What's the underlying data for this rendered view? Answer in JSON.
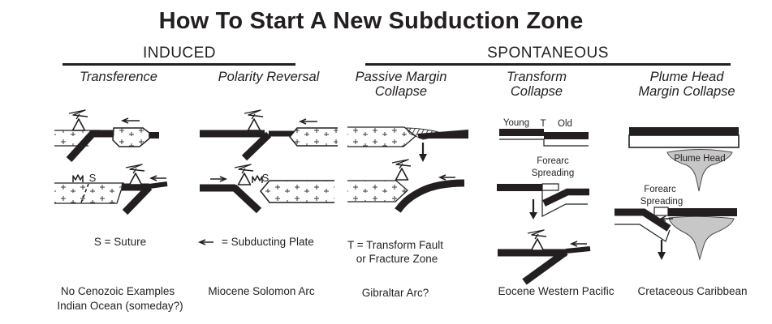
{
  "title": "How To Start A New Subduction Zone",
  "groups": {
    "induced": "INDUCED",
    "spontaneous": "SPONTANEOUS"
  },
  "columns": [
    {
      "title1": "Transference",
      "example1": "No Cenozoic Examples",
      "example2": "Indian Ocean (someday?)"
    },
    {
      "title1": "Polarity Reversal",
      "example1": "Miocene Solomon Arc"
    },
    {
      "title1": "Passive Margin",
      "title2": "Collapse",
      "example1": "Gibraltar Arc?"
    },
    {
      "title1": "Transform",
      "title2": "Collapse",
      "example1": "Eocene Western Pacific"
    },
    {
      "title1": "Plume Head",
      "title2": "Margin Collapse",
      "example1": "Cretaceous Caribbean"
    }
  ],
  "legend": {
    "suture": "S = Suture",
    "subducting_plate": "= Subducting Plate",
    "transform1": "T = Transform Fault",
    "transform2": "or Fracture Zone"
  },
  "labels": {
    "s": "S",
    "young": "Young",
    "t": "T",
    "old": "Old",
    "forearc": "Forearc",
    "spreading": "Spreading",
    "plume_head": "Plume Head"
  },
  "colors": {
    "ink": "#231f20",
    "plume_gray": "#c7c7c7"
  }
}
